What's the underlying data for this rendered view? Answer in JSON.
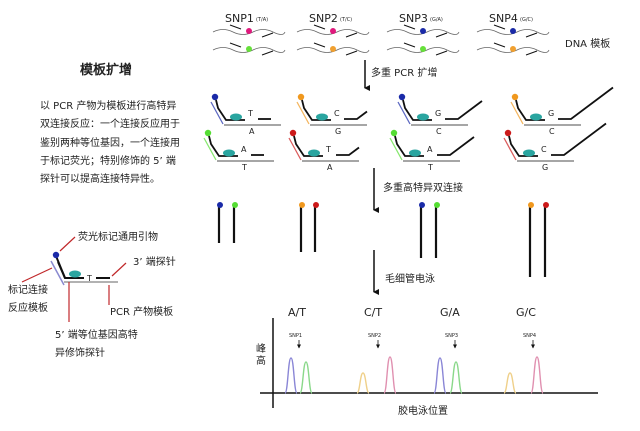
{
  "title": "模板扩增",
  "description_lines": [
    "以 PCR 产物为模板进行高特异",
    "双连接反应：一个连接反应用于",
    "鉴别两种等位基因，一个连接用",
    "于标记荧光；特别修饰的 5’ 端",
    "探针可以提高连接特异性。"
  ],
  "legend_diagram": {
    "primer_label": "荧光标记通用引物",
    "probe3_label": "3’ 端探针",
    "template_label_lines": [
      "标记连接",
      "反应模板"
    ],
    "pcr_label": "PCR 产物模板",
    "probe5_label_lines": [
      "5’ 端等位基因高特",
      "异修饰探针"
    ],
    "base": "T"
  },
  "snps": [
    {
      "name": "SNP1",
      "alleles": "(T/A)",
      "colors": [
        "#e0197d",
        "#66e03a"
      ]
    },
    {
      "name": "SNP2",
      "alleles": "(T/C)",
      "colors": [
        "#e0197d",
        "#f0a030"
      ]
    },
    {
      "name": "SNP3",
      "alleles": "(G/A)",
      "colors": [
        "#1a2aa8",
        "#66e03a"
      ]
    },
    {
      "name": "SNP4",
      "alleles": "(G/C)",
      "colors": [
        "#1a2aa8",
        "#f0a030"
      ]
    }
  ],
  "dna_template_label": "DNA 模板",
  "steps": [
    "多重 PCR 扩增",
    "多重高特异双连接",
    "毛细管电泳"
  ],
  "ligation": [
    {
      "top": {
        "base": "T",
        "template": "A",
        "color": "#1a2aa8"
      },
      "bottom": {
        "base": "A",
        "template": "T",
        "color": "#55dd33"
      }
    },
    {
      "top": {
        "base": "C",
        "template": "G",
        "color": "#f0981e"
      },
      "bottom": {
        "base": "T",
        "template": "A",
        "color": "#cc1a1a"
      }
    },
    {
      "top": {
        "base": "G",
        "template": "C",
        "color": "#1a2aa8"
      },
      "bottom": {
        "base": "A",
        "template": "T",
        "color": "#55dd33"
      }
    },
    {
      "top": {
        "base": "G",
        "template": "C",
        "color": "#f0981e"
      },
      "bottom": {
        "base": "C",
        "template": "G",
        "color": "#cc1a1a"
      }
    }
  ],
  "electropherogram": {
    "genotypes": [
      "A/T",
      "C/T",
      "G/A",
      "G/C"
    ],
    "snp_labels": [
      "SNP1",
      "SNP2",
      "SNP3",
      "SNP4"
    ],
    "ylabel": "峰高",
    "xlabel": "胶电泳位置"
  },
  "colors": {
    "blue": "#1a2aa8",
    "green": "#55dd33",
    "orange": "#f0981e",
    "red": "#cc1a1a",
    "teal": "#2aa5a0"
  }
}
